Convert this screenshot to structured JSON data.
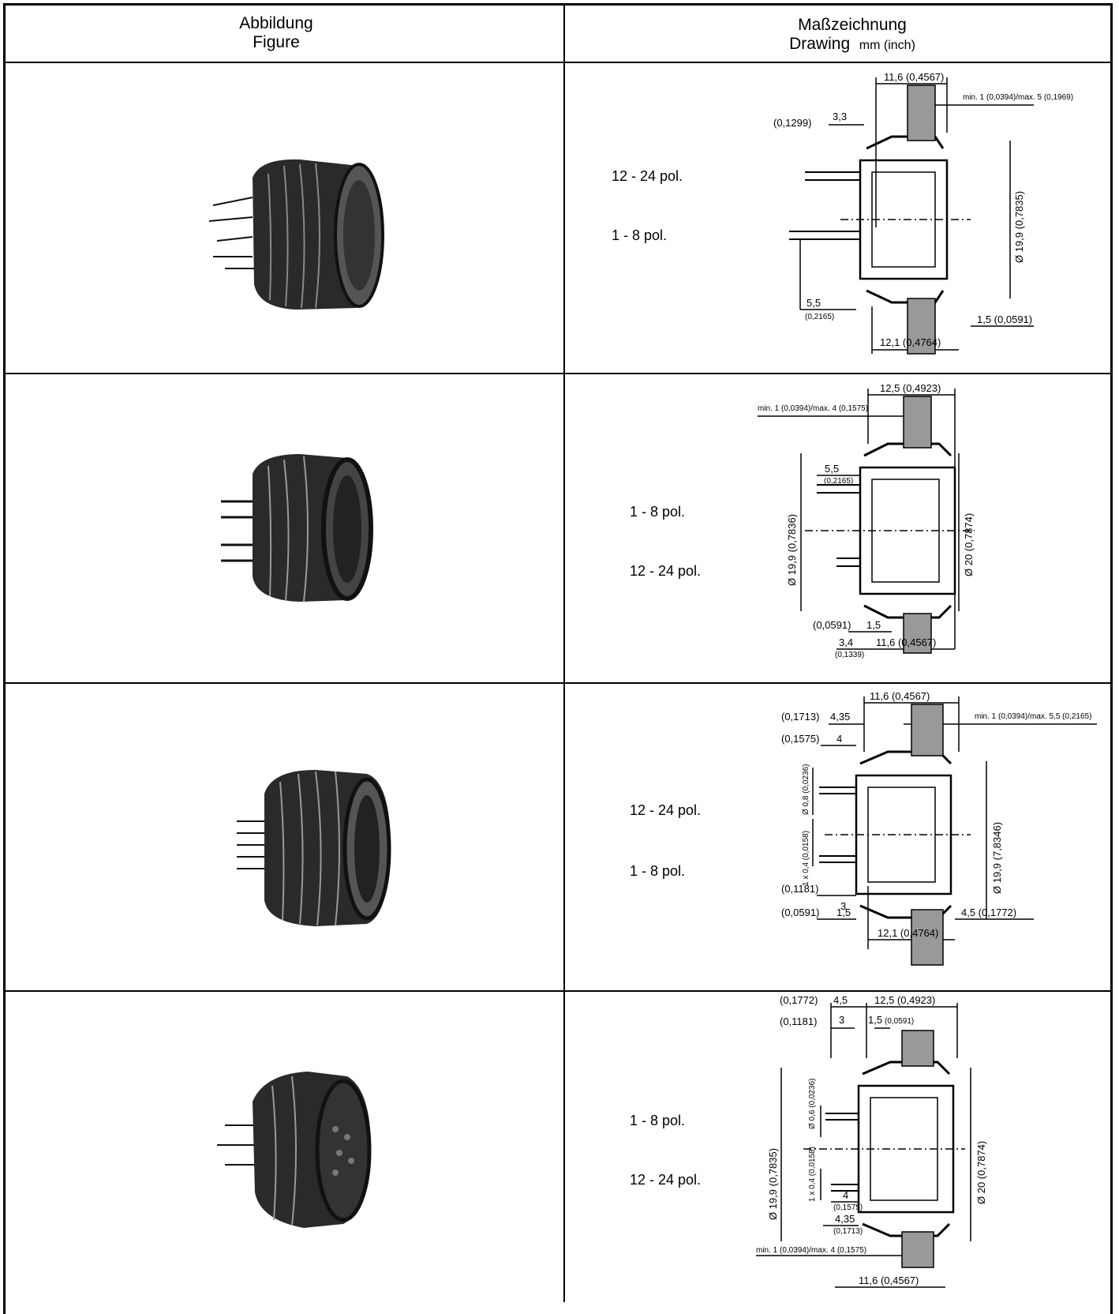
{
  "header": {
    "figure_de": "Abbildung",
    "figure_en": "Figure",
    "drawing_de": "Maßzeichnung",
    "drawing_en": "Drawing",
    "drawing_unit": "mm (inch)"
  },
  "rows": [
    {
      "pol_a": "12 - 24 pol.",
      "pol_b": "1 - 8 pol.",
      "dims": {
        "top": "11,6 (0,4567)",
        "panel": "min. 1 (0,0394)/max. 5 (0,1969)",
        "pin_a": "3,3",
        "pin_a_inch": "(0,1299)",
        "dia": "Ø 19,9 (0,7835)",
        "pin_b": "5,5",
        "pin_b_inch": "(0,2165)",
        "flange": "1,5 (0,0591)",
        "bottom": "12,1 (0,4764)"
      }
    },
    {
      "pol_a": "1 - 8 pol.",
      "pol_b": "12 - 24 pol.",
      "dims": {
        "top": "12,5 (0,4923)",
        "panel": "min. 1 (0,0394)/max. 4 (0,1575)",
        "pin_a": "5,5",
        "pin_a_inch": "(0,2165)",
        "dia_left": "Ø 19,9 (0,7836)",
        "dia_right": "Ø 20 (0,7874)",
        "flange_inch": "(0,0591)",
        "flange": "1,5",
        "pin_b": "3,4",
        "pin_b_inch": "(0,1339)",
        "bottom": "11,6 (0,4567)"
      }
    },
    {
      "pol_a": "12 - 24 pol.",
      "pol_b": "1 - 8 pol.",
      "dims": {
        "top": "11,6 (0,4567)",
        "panel": "min. 1 (0,0394)/max. 5,5 (0,2165)",
        "d1_inch": "(0,1713)",
        "d1": "4,35",
        "d2_inch": "(0,1575)",
        "d2": "4",
        "pin_dia": "Ø 0,8 (0,0236)",
        "pin_size": "1 x 0,4 (0,0158)",
        "dia": "Ø 19,9 (7,8346)",
        "d3_inch": "(0,1181)",
        "d3": "3",
        "d4_inch": "(0,0591)",
        "d4": "1,5",
        "flange": "4,5 (0,1772)",
        "bottom": "12,1 (0,4764)"
      }
    },
    {
      "pol_a": "1 - 8 pol.",
      "pol_b": "12 - 24 pol.",
      "dims": {
        "d1_inch": "(0,1772)",
        "d1": "4,5",
        "top": "12,5 (0,4923)",
        "d2_inch": "(0,1181)",
        "d2": "3",
        "d3": "1,5",
        "d3_inch": "(0,0591)",
        "dia_left": "Ø 19,9 (0,7835)",
        "pin_dia": "Ø 0,6 (0,0236)",
        "pin_size": "1 x 0,4 (0,0158)",
        "dia_right": "Ø 20 (0,7874)",
        "d4": "4",
        "d4_inch": "(0,1575)",
        "d5": "4,35",
        "d5_inch": "(0,1713)",
        "panel": "min. 1 (0,0394)/max. 4 (0,1575)",
        "bottom": "11,6 (0,4567)"
      }
    }
  ]
}
